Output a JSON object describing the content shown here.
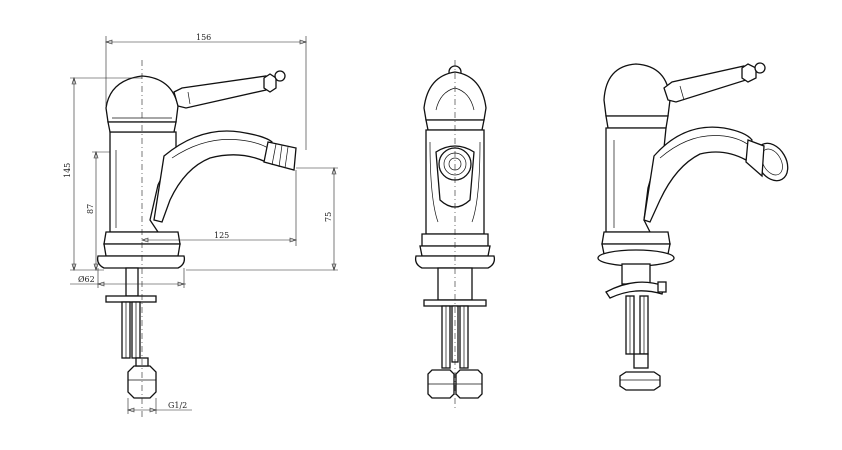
{
  "dimensions": {
    "width_total": "156",
    "height_total": "145",
    "height_spout": "87",
    "spout_reach": "125",
    "height_outlet": "75",
    "base_diameter": "Ø62",
    "thread": "G1/2"
  },
  "views": [
    "side-view",
    "front-view",
    "perspective-view"
  ]
}
